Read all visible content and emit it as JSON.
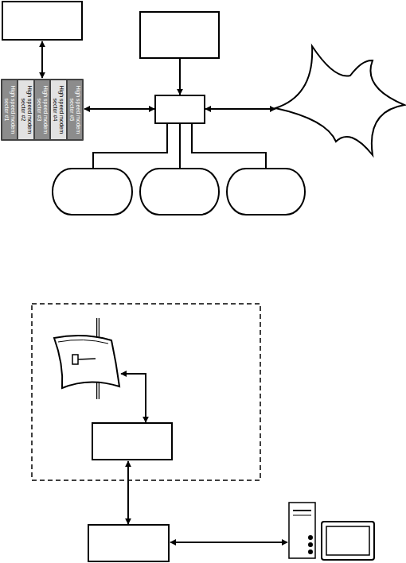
{
  "diagram": {
    "nodes": [
      {
        "text": [
          "High speed modem sector #1"
        ]
      },
      {
        "text": [
          "High speed modem sector #2"
        ]
      },
      {
        "text": [
          "High speed modem sector #3"
        ]
      },
      {
        "text": [
          "High speed modem sector #4"
        ]
      },
      {
        "text": [
          "High speed modem sector #5"
        ]
      }
    ]
  }
}
